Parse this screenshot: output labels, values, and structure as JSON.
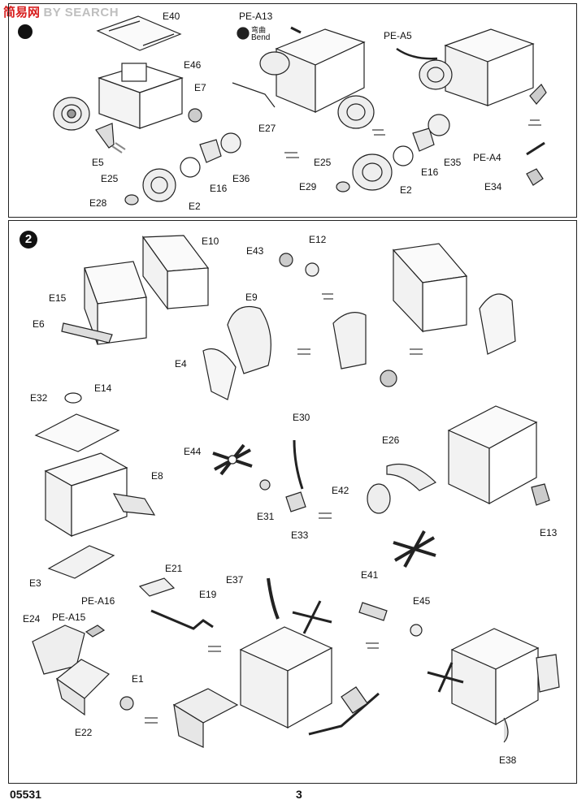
{
  "watermark": {
    "cn": "简易网",
    "en": "BY SEARCH"
  },
  "step1": {
    "bend_note_cn": "弯曲",
    "bend_note_en": "Bend",
    "labels": {
      "E40": "E40",
      "E46": "E46",
      "E7": "E7",
      "E5": "E5",
      "E25a": "E25",
      "E28": "E28",
      "E2a": "E2",
      "E16a": "E16",
      "E36": "E36",
      "PEA13": "PE-A13",
      "E27": "E27",
      "PEA5": "PE-A5",
      "E25b": "E25",
      "E29": "E29",
      "E2b": "E2",
      "E16b": "E16",
      "E35": "E35",
      "PEA4": "PE-A4",
      "E34": "E34"
    }
  },
  "step2": {
    "number": "2",
    "labels": {
      "E10": "E10",
      "E15": "E15",
      "E6": "E6",
      "E43": "E43",
      "E12": "E12",
      "E9": "E9",
      "E4": "E4",
      "E32": "E32",
      "E14": "E14",
      "E8": "E8",
      "E3": "E3",
      "E30": "E30",
      "E44": "E44",
      "E31": "E31",
      "E33": "E33",
      "E26": "E26",
      "E42": "E42",
      "E13": "E13",
      "E21": "E21",
      "E37": "E37",
      "E19": "E19",
      "E41": "E41",
      "E45": "E45",
      "E24": "E24",
      "PEA16": "PE-A16",
      "PEA15": "PE-A15",
      "E1": "E1",
      "E22": "E22",
      "E38": "E38"
    }
  },
  "footer": {
    "code": "05531",
    "page": "3"
  }
}
